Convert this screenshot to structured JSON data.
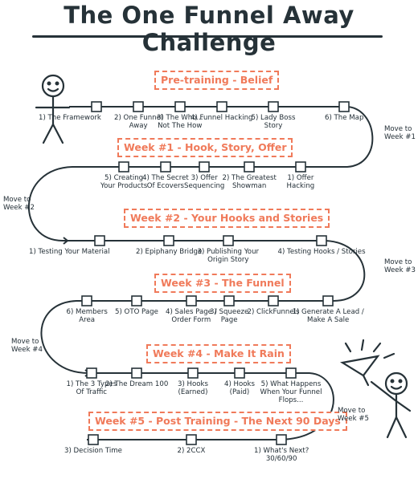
{
  "title": "The One Funnel Away Challenge",
  "banners": {
    "pre": "Pre-training - Belief",
    "w1": "Week #1 - Hook, Story, Offer",
    "w2": "Week #2 - Your Hooks and Stories",
    "w3": "Week #3 - The Funnel",
    "w4": "Week #4 - Make It Rain",
    "w5": "Week #5 - Post Training - The Next 90 Days"
  },
  "moves": {
    "m1": "Move to\nWeek #1",
    "m2": "Move to\nWeek #2",
    "m3": "Move to\nWeek #3",
    "m4": "Move to\nWeek #4",
    "m5": "Move to\nWeek #5"
  },
  "steps": {
    "pre": [
      "1) The Framework",
      "2) One Funnel\nAway",
      "3) The Who...\nNot The How",
      "4) Funnel Hacking",
      "5) Lady Boss\nStory",
      "6) The Map"
    ],
    "w1": [
      "1) Offer\nHacking",
      "2) The Greatest\nShowman",
      "3) Offer\nSequencing",
      "4) The Secret\nOf Ecovers",
      "5) Creating\nYour Products"
    ],
    "w2": [
      "1) Testing Your Material",
      "2) Epiphany Bridge",
      "3) Publishing Your\nOrigin Story",
      "4) Testing Hooks / Stories"
    ],
    "w3": [
      "1) Generate A Lead /\nMake A Sale",
      "2) ClickFunnels",
      "3) Squeeze\nPage",
      "4) Sales Page /\nOrder Form",
      "5) OTO Page",
      "6) Members\nArea"
    ],
    "w4": [
      "1) The 3 Types\nOf Traffic",
      "2) The Dream 100",
      "3) Hooks\n(Earned)",
      "4) Hooks\n(Paid)",
      "5) What Happens\nWhen Your Funnel\nFlops..."
    ],
    "w5": [
      "1) What's Next?\n30/60/90",
      "2) 2CCX",
      "3) Decision Time"
    ]
  }
}
